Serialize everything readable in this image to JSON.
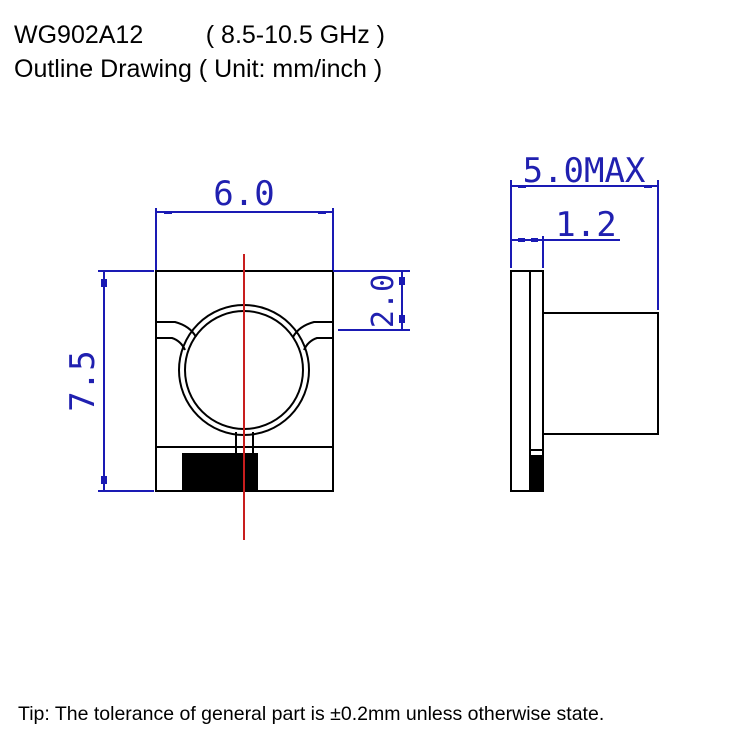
{
  "header": {
    "model": "WG902A12",
    "frequency": "( 8.5-10.5 GHz )",
    "subtitle": "Outline Drawing ( Unit: mm/inch )"
  },
  "front_view": {
    "width_dim": "6.0",
    "height_dim": "7.5",
    "offset_dim": "2.0"
  },
  "side_view": {
    "depth_dim": "5.0MAX",
    "flange_dim": "1.2"
  },
  "footer": {
    "tip": "Tip: The tolerance of general part is ±0.2mm unless otherwise state."
  },
  "colors": {
    "dimension": "#1a1ab4",
    "centerline": "#c81e1e",
    "outline": "#000000"
  }
}
